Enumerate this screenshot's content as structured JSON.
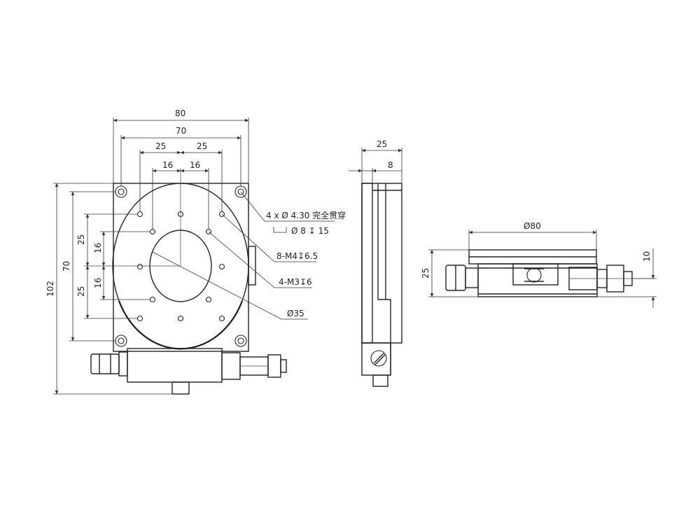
{
  "front_view": {
    "dim_width_80": "80",
    "dim_width_70": "70",
    "dim_25_left": "25",
    "dim_25_right": "25",
    "dim_16_left": "16",
    "dim_16_right": "16",
    "dim_height_102": "102",
    "dim_height_70": "70",
    "dim_25_upper": "25",
    "dim_25_lower": "25",
    "dim_16_upper": "16",
    "dim_16_lower": "16",
    "callout_through_holes": "4 x Ø 4.30 完全贯穿",
    "callout_counterbore": "Ø 8 ↧ 15",
    "callout_m4": "8-M4↧6.5",
    "callout_m3": "4-M3↧6",
    "callout_bore": "Ø35"
  },
  "side_view": {
    "dim_width_25": "25",
    "dim_width_8": "8"
  },
  "end_view": {
    "dim_diameter_80": "Ø80",
    "dim_height_25": "25",
    "dim_height_10": "10"
  }
}
